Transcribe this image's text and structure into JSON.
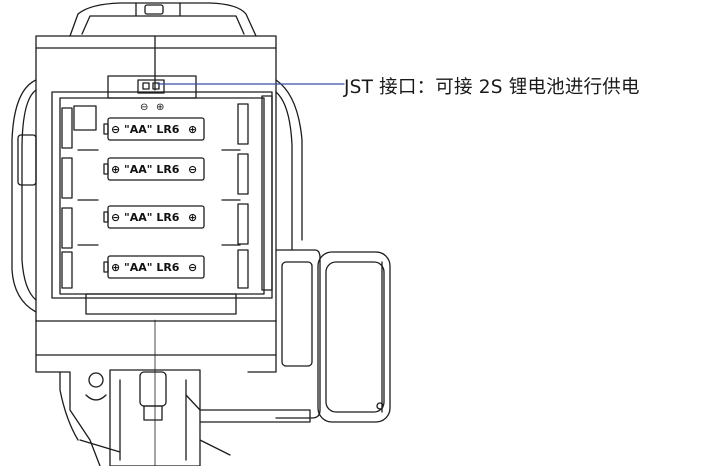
{
  "callout": {
    "text": "JST 接口：可接 2S 锂电池进行供电"
  },
  "battery_compartment": {
    "top_polarity": [
      "⊖",
      "⊕"
    ],
    "batteries": [
      {
        "left_symbol": "⊖",
        "label": "\"AA\" LR6",
        "right_symbol": "⊕"
      },
      {
        "left_symbol": "⊕",
        "label": "\"AA\" LR6",
        "right_symbol": "⊖"
      },
      {
        "left_symbol": "⊖",
        "label": "\"AA\" LR6",
        "right_symbol": "⊕"
      },
      {
        "left_symbol": "⊕",
        "label": "\"AA\" LR6",
        "right_symbol": "⊖"
      }
    ]
  },
  "colors": {
    "line": "#1c1c1c",
    "callout_leader": "#3a4fa8"
  }
}
